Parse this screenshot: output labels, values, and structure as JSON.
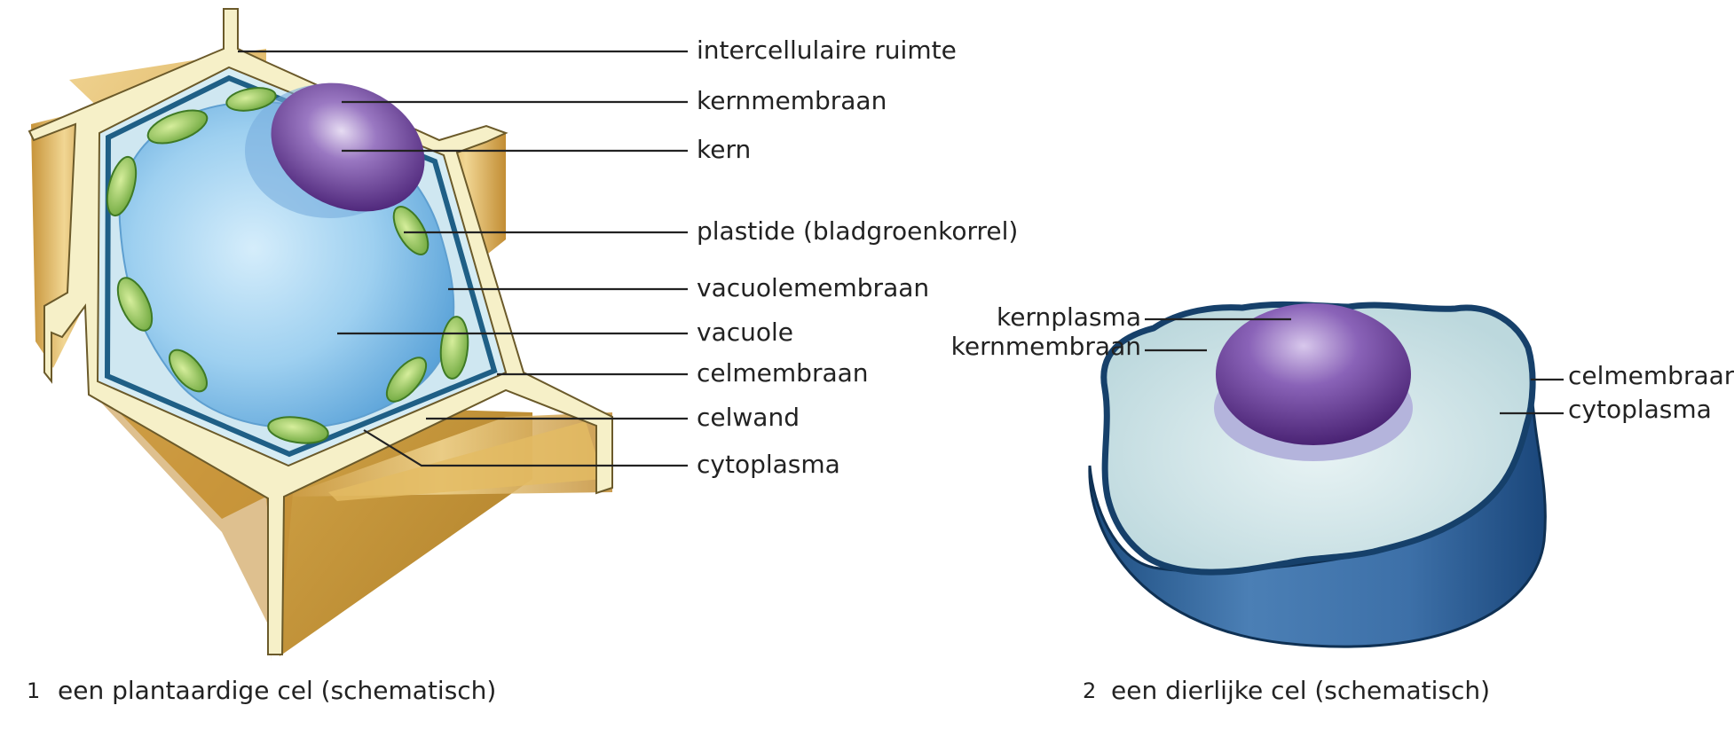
{
  "plant_cell": {
    "labels": {
      "intercellulaire_ruimte": "intercellulaire ruimte",
      "kernmembraan": "kernmembraan",
      "kern": "kern",
      "plastide": "plastide (bladgroenkorrel)",
      "vacuolemembraan": "vacuolemembraan",
      "vacuole": "vacuole",
      "celmembraan": "celmembraan",
      "celwand": "celwand",
      "cytoplasma": "cytoplasma"
    },
    "caption_number": "1",
    "caption": "een plantaardige cel (schematisch)"
  },
  "animal_cell": {
    "labels": {
      "kernplasma": "kernplasma",
      "kernmembraan": "kernmembraan",
      "celmembraan": "celmembraan",
      "cytoplasma": "cytoplasma"
    },
    "caption_number": "2",
    "caption": "een dierlijke cel (schematisch)"
  },
  "colors": {
    "cell_wall_light": "#f6f0c8",
    "cell_wall_gold": "#d6a94a",
    "membrane": "#1f5f86",
    "vacuole": "#8fc6ea",
    "nucleus": "#6a3f95",
    "plastid": "#8cbf4a",
    "animal_cytoplasm": "#cfe3e6",
    "animal_body": "#2f5f94"
  }
}
